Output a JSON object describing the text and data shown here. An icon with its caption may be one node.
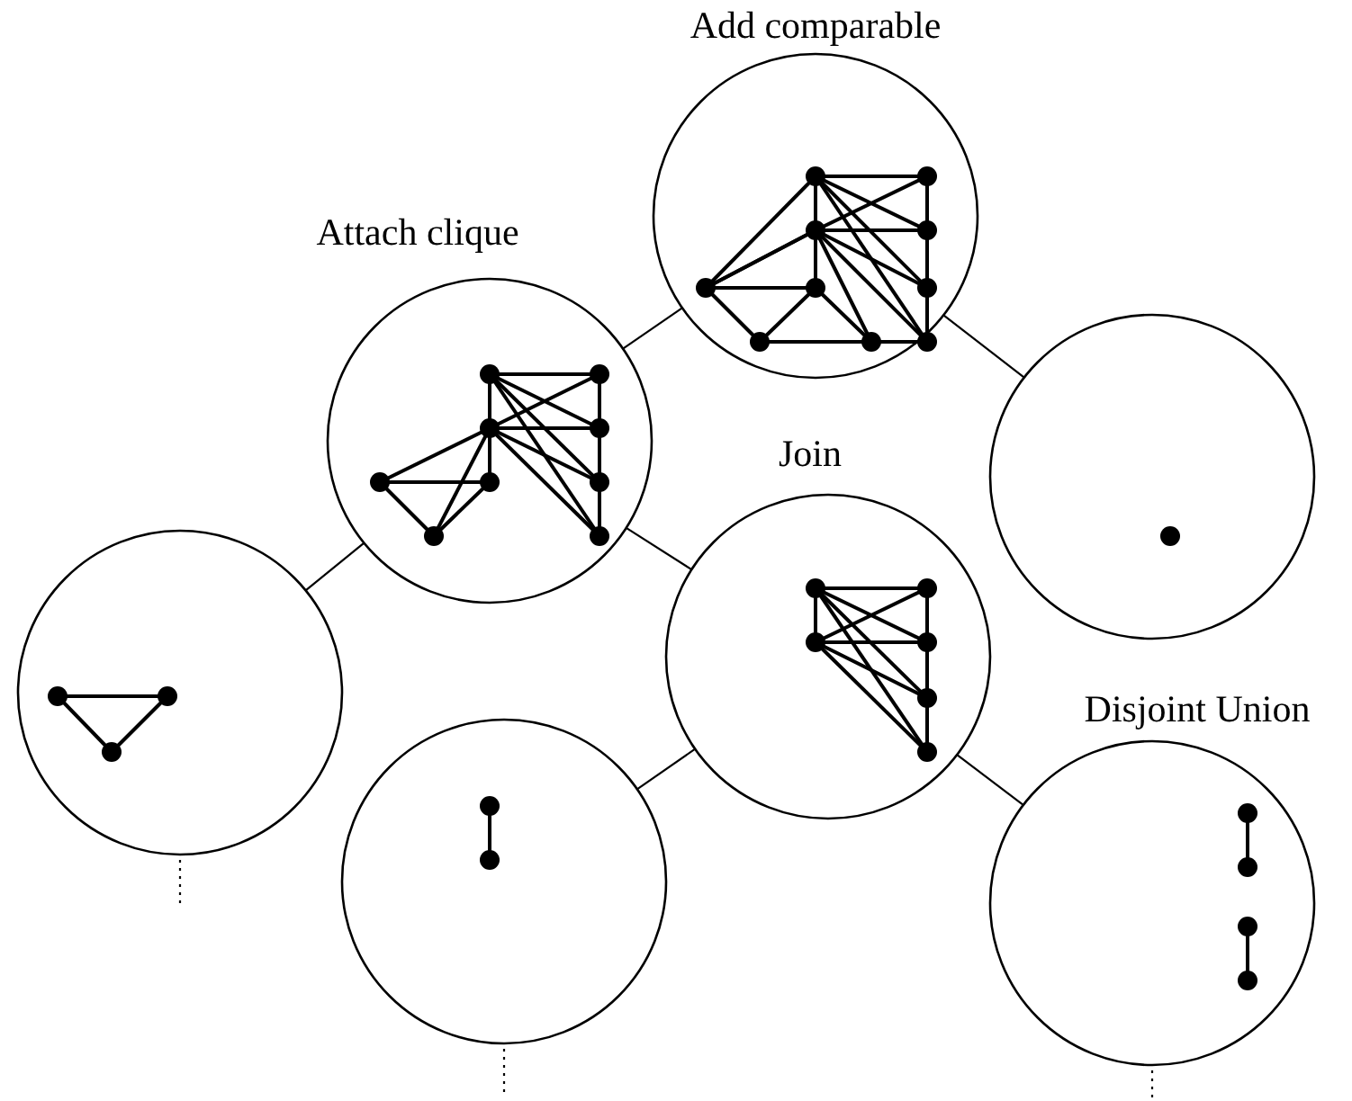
{
  "diagram": {
    "nodes": [
      {
        "text": [],
        "shape": "circle",
        "beside": [
          "Add comparable"
        ]
      },
      {
        "text": [],
        "shape": "circle",
        "beside": [
          "Attach clique"
        ]
      },
      {
        "text": [],
        "shape": "circle"
      },
      {
        "text": [],
        "shape": "circle",
        "beside": [
          "Join"
        ]
      },
      {
        "text": [],
        "shape": "circle"
      },
      {
        "text": [],
        "shape": "circle"
      },
      {
        "text": [],
        "shape": "circle",
        "beside": [
          "Disjoint Union"
        ]
      }
    ],
    "edges": [
      {
        "from": 0,
        "to": 1,
        "arrow": "none"
      },
      {
        "from": 0,
        "to": 2,
        "arrow": "none"
      },
      {
        "from": 1,
        "to": 4,
        "arrow": "none"
      },
      {
        "from": 1,
        "to": 3,
        "arrow": "none"
      },
      {
        "from": 3,
        "to": 5,
        "arrow": "none"
      },
      {
        "from": 3,
        "to": 6,
        "arrow": "none"
      },
      {
        "from": 4,
        "to": null,
        "arrow": "none",
        "style": "dashed"
      },
      {
        "from": 5,
        "to": null,
        "arrow": "none",
        "style": "dashed"
      },
      {
        "from": 6,
        "to": null,
        "arrow": "none",
        "style": "dashed"
      }
    ]
  }
}
